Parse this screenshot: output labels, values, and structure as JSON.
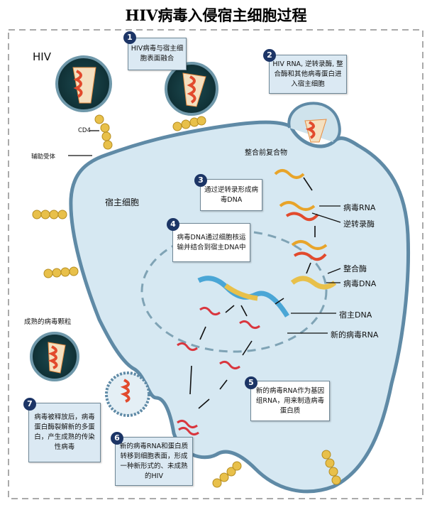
{
  "title": "HIV病毒入侵宿主细胞过程",
  "labels": {
    "hiv": "HIV",
    "cd4": "CD4",
    "coreceptor": "辅助受体",
    "host_cell": "宿主细胞",
    "preintegration_complex": "整合前复合物",
    "viral_rna": "病毒RNA",
    "reverse_transcriptase": "逆转录酶",
    "integrase": "整合酶",
    "viral_dna": "病毒DNA",
    "host_dna": "宿主DNA",
    "new_viral_rna": "新的病毒RNA",
    "mature_virion": "成熟的病毒颗粒"
  },
  "steps": [
    {
      "num": "1",
      "text": "HIV病毒与宿主细胞表面融合"
    },
    {
      "num": "2",
      "text": "HIV RNA, 逆转录酶, 整合酶和其他病毒蛋白进入宿主细胞"
    },
    {
      "num": "3",
      "text": "通过逆转录形成病毒DNA"
    },
    {
      "num": "4",
      "text": "病毒DNA通过细胞核运输并结合到宿主DNA中"
    },
    {
      "num": "5",
      "text": "新的病毒RNA作为基因组RNA，用来制造病毒蛋白质"
    },
    {
      "num": "6",
      "text": "新的病毒RNA和蛋白质转移到细胞表面，形成一种新形式的、未成熟的HIV"
    },
    {
      "num": "7",
      "text": "病毒被释放后，病毒蛋白酶裂解新的多蛋白，产生成熟的传染性病毒"
    }
  ],
  "colors": {
    "cell": "#d6e8f2",
    "membrane": "#5f8aa6",
    "badge": "#1c3566",
    "virus_core": "#14393f",
    "rna": "#d9363e",
    "cd4": "#e8c04a"
  }
}
